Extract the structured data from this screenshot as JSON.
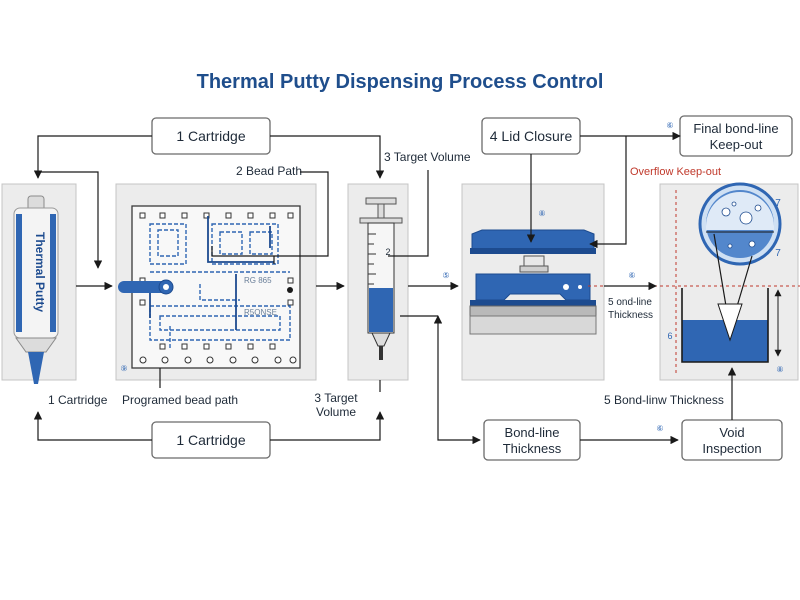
{
  "title": "Thermal Putty Dispensing Process Control",
  "boxes": {
    "cartridge_top": "1 Cartridge",
    "cartridge_bottom": "1 Cartridge",
    "lid_closure": "4 Lid Closure",
    "final_bondline_line1": "Final bond-line",
    "final_bondline_line2": "Keep-out",
    "bondline_thickness_line1": "Bond-line",
    "bondline_thickness_line2": "Thickness",
    "void_inspection_line1": "Void",
    "void_inspection_line2": "Inspection"
  },
  "labels": {
    "bead_path": "2 Bead Path",
    "target_volume_top": "3 Target Volume",
    "cartridge_side": "1 Cartridge",
    "programmed_bead_path": "Programed bead path",
    "target_volume_bottom_line1": "3 Target",
    "target_volume_bottom_line2": "Volume",
    "syringe_mark": "2",
    "overflow_keepout": "Overflow Keep-out",
    "bondline_side_line1": "5 ond-line",
    "bondline_side_line2": "Thickness",
    "bondline_bottom": "5 Bond-linw Thickness",
    "tube_text": "Thermal Putty",
    "marker_7_top": "7",
    "marker_7_bottom": "7",
    "marker_6": "6",
    "circle_8_a": "⑧",
    "circle_8_b": "⑧",
    "circle_5": "⑤",
    "circle_6_a": "⑥",
    "circle_6_b": "⑥",
    "circle_6_c": "⑥",
    "circle_9": "⑨",
    "board_small_1": "RG 865",
    "board_small_2": "R5ONSE"
  },
  "colors": {
    "accent_blue": "#2f66b3",
    "title_blue": "#1f4e8c",
    "overflow_red": "#c0392b"
  }
}
